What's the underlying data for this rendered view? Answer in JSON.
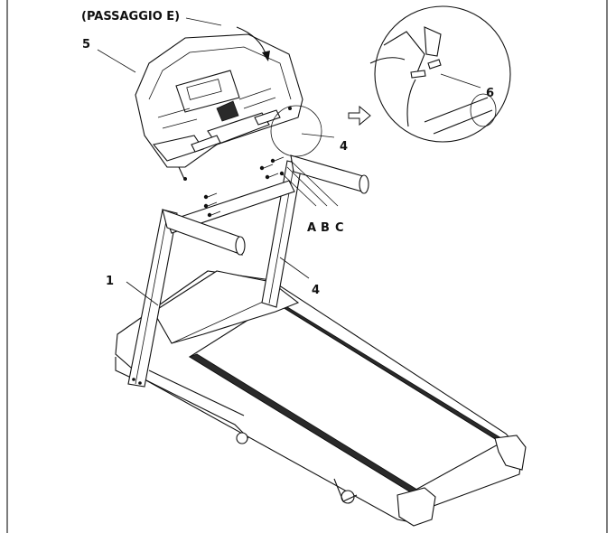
{
  "figure": {
    "title": "(PASSAGGIO E)",
    "callouts": [
      {
        "key": "c1",
        "text": "1"
      },
      {
        "key": "c4a",
        "text": "4"
      },
      {
        "key": "c4b",
        "text": "4"
      },
      {
        "key": "c5",
        "text": "5"
      },
      {
        "key": "c6",
        "text": "6"
      },
      {
        "key": "cA",
        "text": "A"
      },
      {
        "key": "cB",
        "text": "B"
      },
      {
        "key": "cC",
        "text": "C"
      }
    ]
  }
}
